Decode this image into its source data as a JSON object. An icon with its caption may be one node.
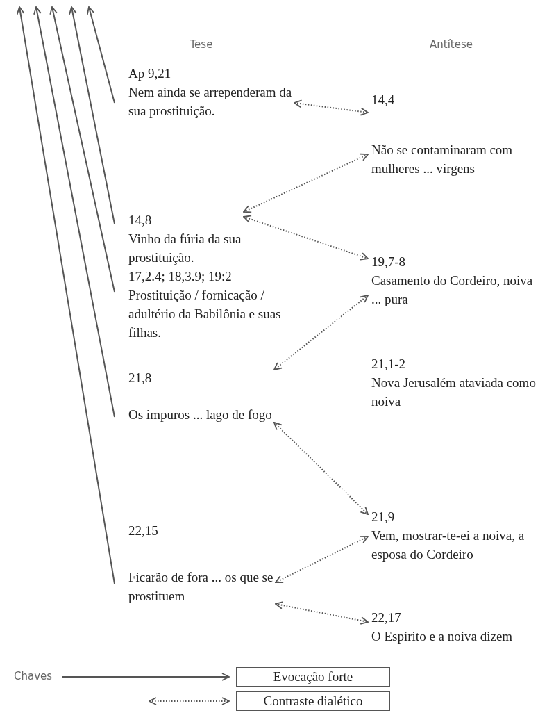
{
  "diagram": {
    "nodes": [
      {
        "text": [
          "Ap 9,21",
          "Nem ainda se arrependeram da sua prostituição."
        ]
      },
      {
        "text": [
          "14,4",
          "Não se contaminaram com mulheres ... virgens"
        ]
      },
      {
        "text": [
          "14,8",
          "Vinho da fúria da sua prostituição."
        ]
      },
      {
        "text": [
          "17,2.4; 18,3.9; 19:2",
          "Prostituição / fornicação / adultério da Babilônia e suas filhas."
        ]
      },
      {
        "text": [
          "19,7-8",
          "Casamento do Cordeiro, noiva ... pura"
        ]
      },
      {
        "text": [
          "21,1-2",
          "Nova Jerusalém ataviada como noiva"
        ]
      },
      {
        "text": [
          "21,8",
          "Os impuros ... lago de fogo"
        ]
      },
      {
        "text": [
          "21,9",
          "Vem, mostrar-te-ei a noiva, a esposa do Cordeiro"
        ]
      },
      {
        "text": [
          "22,15",
          "Ficarão de fora ... os que se prostituem"
        ]
      },
      {
        "text": [
          "22,17",
          "O Espírito e a noiva dizem"
        ]
      }
    ],
    "edges": [
      {
        "from": 0,
        "to": 1,
        "arrow": "both",
        "style": "dashed"
      },
      {
        "from": 1,
        "to": 2,
        "arrow": "both",
        "style": "dashed"
      },
      {
        "from": 2,
        "to": 4,
        "arrow": "both",
        "style": "dashed"
      },
      {
        "from": 4,
        "to": 6,
        "arrow": "both",
        "style": "dashed"
      },
      {
        "from": 6,
        "to": 7,
        "arrow": "both",
        "style": "dashed"
      },
      {
        "from": 7,
        "to": 8,
        "arrow": "both",
        "style": "dashed"
      },
      {
        "from": 8,
        "to": 9,
        "arrow": "both",
        "style": "dashed"
      },
      {
        "from": 0,
        "to": null,
        "arrow": "to"
      },
      {
        "from": 2,
        "to": null,
        "arrow": "to"
      },
      {
        "from": 3,
        "to": null,
        "arrow": "to"
      },
      {
        "from": 6,
        "to": null,
        "arrow": "to"
      },
      {
        "from": 8,
        "to": null,
        "arrow": "to"
      }
    ],
    "labels": [
      "Tese",
      "Antítese",
      "Chaves"
    ],
    "legend": [
      {
        "text": "Evocação forte"
      },
      {
        "text": "Contraste dialético"
      }
    ]
  }
}
